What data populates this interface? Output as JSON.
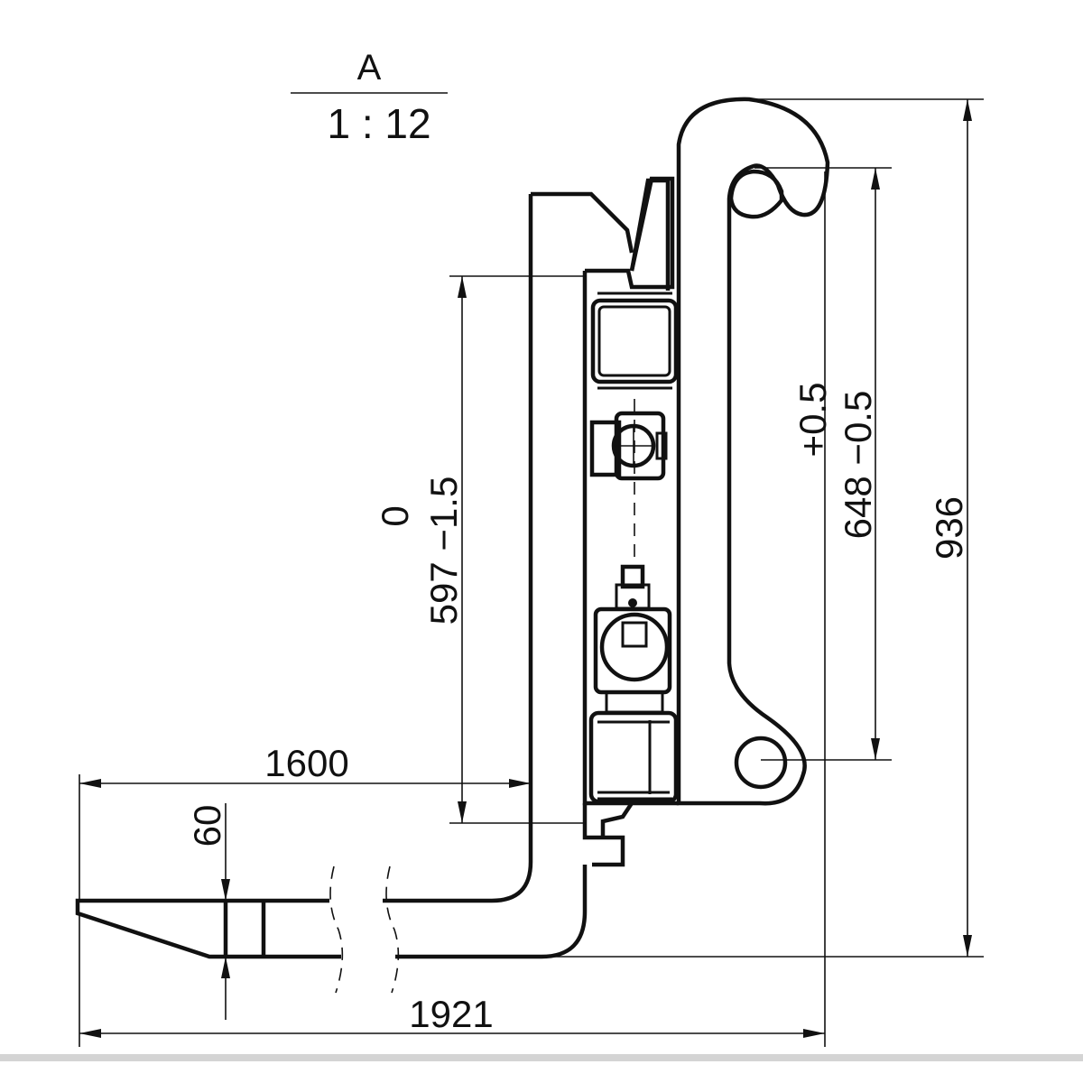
{
  "view": {
    "label": "A",
    "scale": "1 : 12"
  },
  "dimensions": {
    "fork_length": "1600",
    "overall_length": "1921",
    "fork_thickness": "60",
    "carriage_height_value": "597",
    "carriage_height_tol_upper": "0",
    "carriage_height_tol_lower": "−1.5",
    "hook_spacing_value": "648",
    "hook_spacing_tol_upper": "+0.5",
    "hook_spacing_tol_lower": "−0.5",
    "overall_height": "936"
  },
  "colors": {
    "line": "#111111",
    "background": "#ffffff"
  }
}
